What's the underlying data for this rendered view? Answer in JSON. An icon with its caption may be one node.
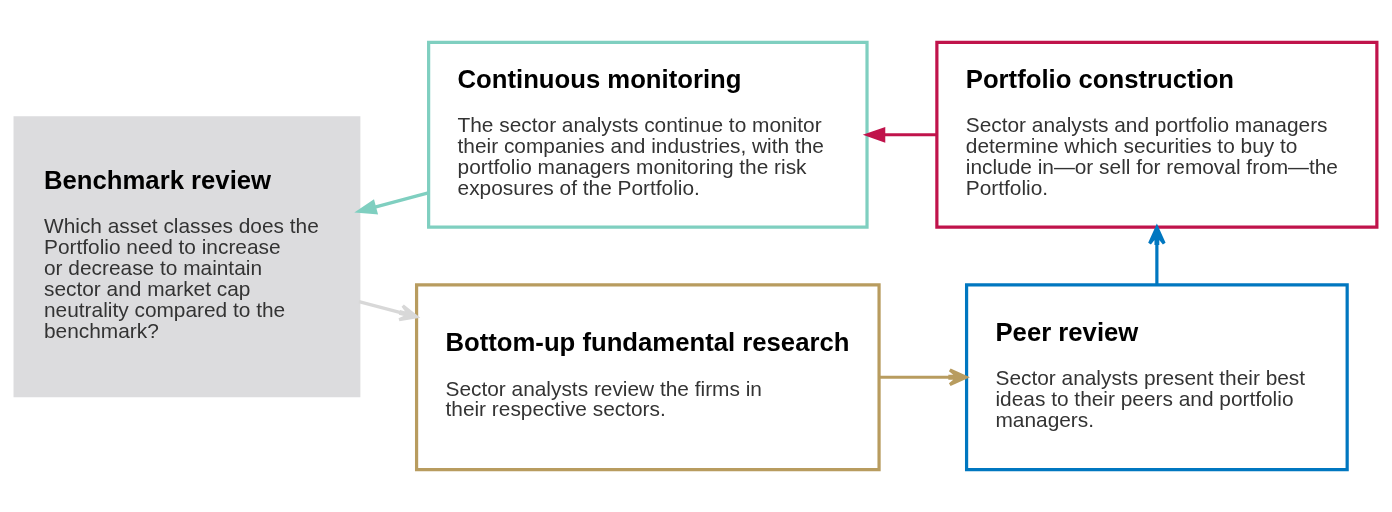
{
  "diagram": {
    "nodes": [
      {
        "text": [
          "Benchmark review",
          "Which asset classes does the Portfolio need to increase or decrease to maintain sector and market cap neutrality compared to the benchmark?"
        ]
      },
      {
        "text": [
          "Continuous monitoring",
          "The sector analysts continue to monitor their companies and industries, with the portfolio managers monitoring the risk exposures of the Portfolio."
        ]
      },
      {
        "text": [
          "Portfolio construction",
          "Sector analysts and portfolio managers determine which securities to buy to include in—or sell for removal from—the Portfolio."
        ]
      },
      {
        "text": [
          "Bottom-up fundamental research",
          "Sector analysts review the firms in their respective sectors."
        ]
      },
      {
        "text": [
          "Peer review",
          "Sector analysts present their best ideas to their peers and portfolio managers."
        ]
      }
    ],
    "edges": [
      {
        "from": 1,
        "to": 0,
        "arrow": "to",
        "color": "#7fcfc0"
      },
      {
        "from": 2,
        "to": 1,
        "arrow": "to",
        "color": "#c0134b"
      },
      {
        "from": 4,
        "to": 2,
        "arrow": "to",
        "color": "#0077c0"
      },
      {
        "from": 3,
        "to": 4,
        "arrow": "to",
        "color": "#b89c5f"
      },
      {
        "from": 0,
        "to": 3,
        "arrow": "to",
        "color": "#d8d8d8"
      }
    ]
  }
}
